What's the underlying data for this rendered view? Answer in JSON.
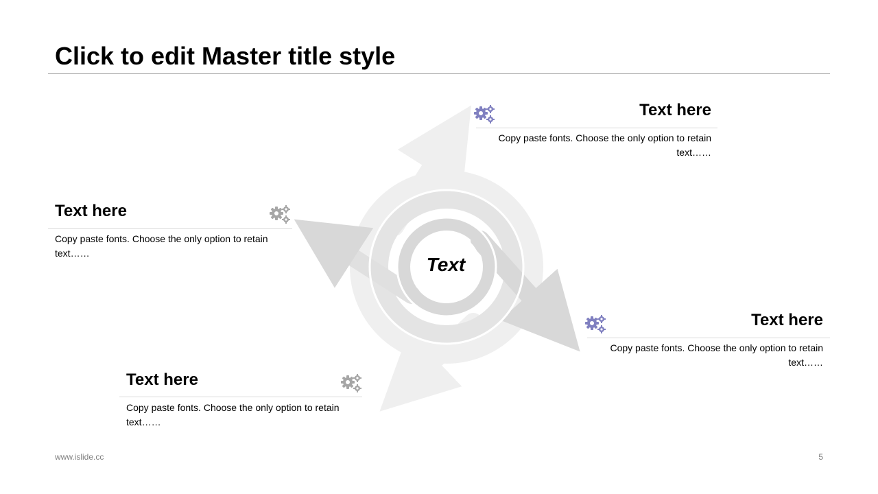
{
  "slide": {
    "title": "Click to edit Master title style",
    "center_label": "Text",
    "footer_url": "www.islide.cc",
    "page_number": "5"
  },
  "colors": {
    "accent": "#8080c0",
    "gear_gray": "#a6a6a6",
    "ring_light": "#efefef",
    "ring_mid": "#e4e4e4",
    "ring_dark": "#d8d8d8"
  },
  "items": [
    {
      "title": "Text here",
      "body": "Copy paste fonts. Choose the only option to retain text……",
      "icon": "gears-icon"
    },
    {
      "title": "Text here",
      "body": "Copy paste fonts. Choose the only option to retain text……",
      "icon": "gears-icon"
    },
    {
      "title": "Text here",
      "body": "Copy paste fonts. Choose the only option to retain text……",
      "icon": "gears-icon"
    },
    {
      "title": "Text here",
      "body": "Copy paste fonts. Choose the only option to retain text……",
      "icon": "gears-icon"
    }
  ]
}
